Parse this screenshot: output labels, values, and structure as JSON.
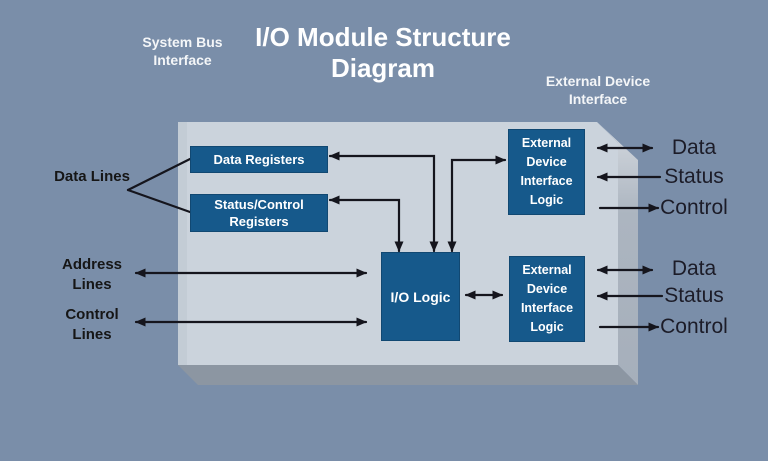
{
  "title": "I/O Module Structure Diagram",
  "labels": {
    "system_bus": "System Bus Interface",
    "external_device": "External Device Interface",
    "data_lines": "Data Lines",
    "address_lines": "Address Lines",
    "control_lines": "Control Lines"
  },
  "blocks": {
    "data_registers": "Data Registers",
    "status_control_registers": "Status/Control Registers",
    "io_logic": "I/O Logic",
    "external_top": "External Device Interface Logic",
    "external_bottom": "External Device Interface Logic"
  },
  "device_lines_top": {
    "data": "Data",
    "status": "Status",
    "control": "Control"
  },
  "device_lines_bottom": {
    "data": "Data",
    "status": "Status",
    "control": "Control"
  },
  "colors": {
    "background": "#7A8EA9",
    "module_face": "#CBD3DC",
    "module_side": "#AEB7C2",
    "module_bottom": "#8C96A2",
    "block_fill": "#16598B",
    "arrow": "#15151D",
    "title_text": "#FFFFFF",
    "label_text": "#161616"
  }
}
